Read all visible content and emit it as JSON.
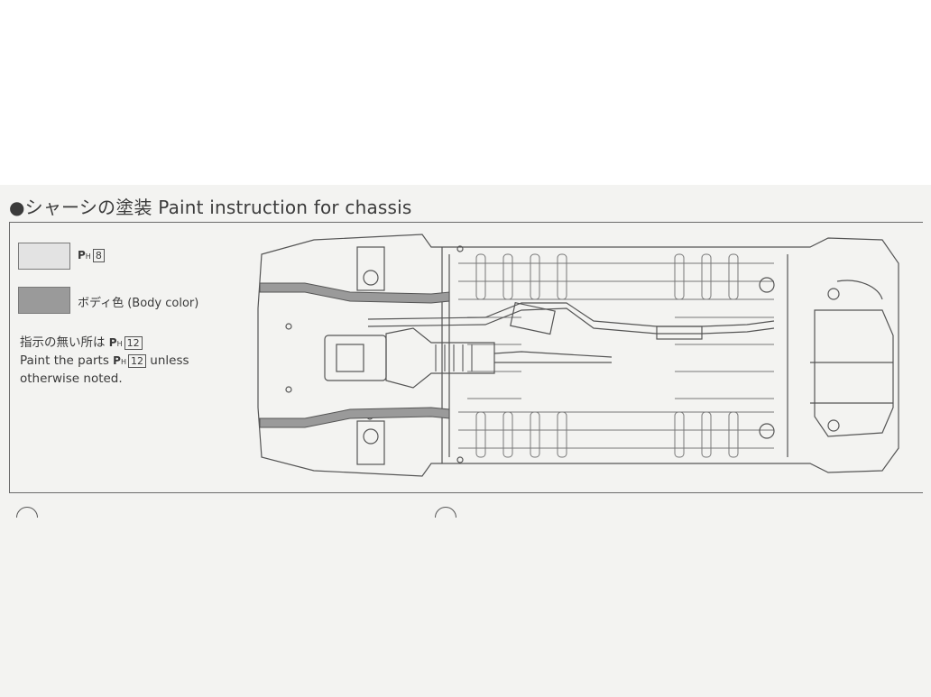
{
  "title": "●シャーシの塗装 Paint instruction for chassis",
  "legend": [
    {
      "code_prefix": "P",
      "code_sub": "H",
      "code_num": "8",
      "text": "",
      "swatch_color": "#e3e3e3"
    },
    {
      "code_prefix": "",
      "code_sub": "",
      "code_num": "",
      "text": "ボディ色 (Body color)",
      "swatch_color": "#9a9a9a"
    }
  ],
  "note": {
    "line1_jp": "指示の無い所は",
    "line2_pre": "Paint the parts",
    "line2_post": "unless",
    "line3": "otherwise noted.",
    "code_prefix": "P",
    "code_sub": "H",
    "code_num": "12"
  }
}
